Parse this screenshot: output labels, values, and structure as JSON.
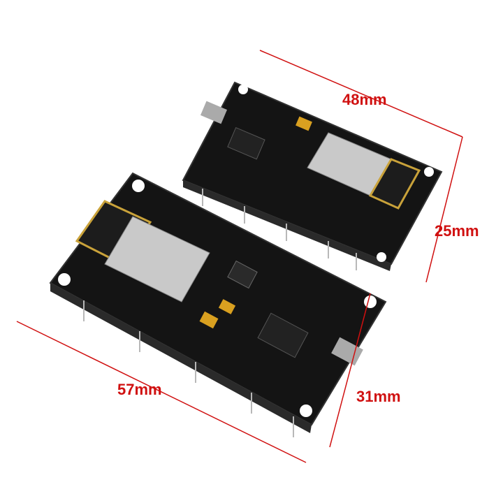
{
  "dimensions": {
    "small_width": "48mm",
    "small_height": "25mm",
    "large_width": "57mm",
    "large_height": "31mm"
  },
  "colors": {
    "board": "#141414",
    "dimension_line": "#d01010",
    "module_shield": "#c9c9c9",
    "antenna": "#c9a23a",
    "pins": "#b8b8b8"
  }
}
